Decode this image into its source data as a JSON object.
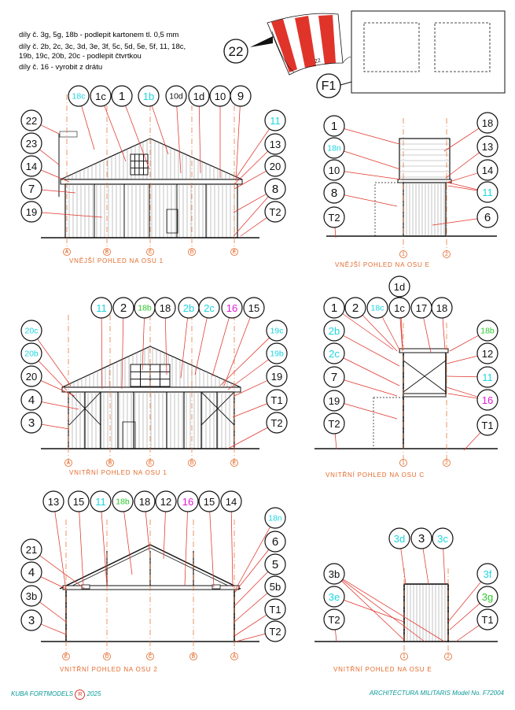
{
  "colors": {
    "black": "#111111",
    "cyan": "#1fd6e0",
    "green": "#2ec82e",
    "magenta": "#e21ad6",
    "red": "#e0342a",
    "orange": "#e36a2b",
    "teal": "#0a9a98",
    "wood": "#9a9a9a"
  },
  "notes": [
    {
      "text": "díly č. 3g, 5g, 18b - podlepit kartonem tl. 0,5 mm",
      "color": "green"
    },
    {
      "text": "díly č. 2b, 2c, 3c, 3d, 3e, 3f, 5c, 5d, 5e, 5f, 11, 18c,",
      "color": "cyan"
    },
    {
      "text": "19b, 19c, 20b, 20c - podlepit čtvrtkou",
      "color": "cyan"
    },
    {
      "text": "díly č. 16 - vyrobit z drátu",
      "color": "magenta"
    }
  ],
  "top_right": {
    "part22": "22",
    "flag_text": "22",
    "f1": "F1"
  },
  "footer": {
    "left_a": "KUBA FORTMODELS",
    "left_mark": "R",
    "left_b": "2025",
    "right": "ARCHITECTURA  MILITARIS Model No. F72004"
  },
  "views": {
    "v1": {
      "caption": "VNĚJŠÍ POHLED NA OSU 1",
      "axes": [
        "A",
        "B",
        "C",
        "D",
        "E"
      ]
    },
    "v2": {
      "caption": "VNĚJŠÍ POHLED NA OSU E",
      "axes": [
        "1",
        "2"
      ]
    },
    "v3": {
      "caption": "VNITŘNÍ POHLED NA OSU 1",
      "axes": [
        "A",
        "B",
        "C",
        "D",
        "E"
      ]
    },
    "v4": {
      "caption": "VNITŘNÍ POHLED NA OSU C",
      "axes": [
        "1",
        "2"
      ]
    },
    "v5": {
      "caption": "VNITŘNÍ POHLED NA OSU 2",
      "axes": [
        "E",
        "D",
        "C",
        "B",
        "A"
      ]
    },
    "v6": {
      "caption": "VNITŘNÍ POHLED NA OSU E",
      "axes": [
        "1",
        "2"
      ]
    }
  },
  "callouts": {
    "v1": [
      {
        "t": "18c",
        "c": "cyan"
      },
      {
        "t": "1c",
        "c": "black"
      },
      {
        "t": "1",
        "c": "black"
      },
      {
        "t": "1b",
        "c": "cyan"
      },
      {
        "t": "10d",
        "c": "black"
      },
      {
        "t": "1d",
        "c": "black"
      },
      {
        "t": "10",
        "c": "black"
      },
      {
        "t": "9",
        "c": "black"
      },
      {
        "t": "22",
        "c": "black"
      },
      {
        "t": "23",
        "c": "black"
      },
      {
        "t": "14",
        "c": "black"
      },
      {
        "t": "7",
        "c": "black"
      },
      {
        "t": "19",
        "c": "black"
      },
      {
        "t": "11",
        "c": "cyan"
      },
      {
        "t": "13",
        "c": "black"
      },
      {
        "t": "20",
        "c": "black"
      },
      {
        "t": "8",
        "c": "black"
      },
      {
        "t": "T2",
        "c": "black"
      }
    ],
    "v2": [
      {
        "t": "1",
        "c": "black"
      },
      {
        "t": "18n",
        "c": "cyan"
      },
      {
        "t": "10",
        "c": "black"
      },
      {
        "t": "8",
        "c": "black"
      },
      {
        "t": "T2",
        "c": "black"
      },
      {
        "t": "18",
        "c": "black"
      },
      {
        "t": "13",
        "c": "black"
      },
      {
        "t": "14",
        "c": "black"
      },
      {
        "t": "11",
        "c": "cyan"
      },
      {
        "t": "6",
        "c": "black"
      }
    ],
    "v3": [
      {
        "t": "11",
        "c": "cyan"
      },
      {
        "t": "2",
        "c": "black"
      },
      {
        "t": "18b",
        "c": "green"
      },
      {
        "t": "18",
        "c": "black"
      },
      {
        "t": "2b",
        "c": "cyan"
      },
      {
        "t": "2c",
        "c": "cyan"
      },
      {
        "t": "16",
        "c": "magenta"
      },
      {
        "t": "15",
        "c": "black"
      },
      {
        "t": "20c",
        "c": "cyan"
      },
      {
        "t": "20b",
        "c": "cyan"
      },
      {
        "t": "20",
        "c": "black"
      },
      {
        "t": "4",
        "c": "black"
      },
      {
        "t": "3",
        "c": "black"
      },
      {
        "t": "19c",
        "c": "cyan"
      },
      {
        "t": "19b",
        "c": "cyan"
      },
      {
        "t": "19",
        "c": "black"
      },
      {
        "t": "T1",
        "c": "black"
      },
      {
        "t": "T2",
        "c": "black"
      }
    ],
    "v4": [
      {
        "t": "1d",
        "c": "black"
      },
      {
        "t": "1",
        "c": "black"
      },
      {
        "t": "2",
        "c": "black"
      },
      {
        "t": "18c",
        "c": "cyan"
      },
      {
        "t": "1c",
        "c": "black"
      },
      {
        "t": "17",
        "c": "black"
      },
      {
        "t": "18",
        "c": "black"
      },
      {
        "t": "2b",
        "c": "cyan"
      },
      {
        "t": "2c",
        "c": "cyan"
      },
      {
        "t": "7",
        "c": "black"
      },
      {
        "t": "19",
        "c": "black"
      },
      {
        "t": "T2",
        "c": "black"
      },
      {
        "t": "18b",
        "c": "green"
      },
      {
        "t": "12",
        "c": "black"
      },
      {
        "t": "11",
        "c": "cyan"
      },
      {
        "t": "16",
        "c": "magenta"
      },
      {
        "t": "T1",
        "c": "black"
      }
    ],
    "v5": [
      {
        "t": "13",
        "c": "black"
      },
      {
        "t": "15",
        "c": "black"
      },
      {
        "t": "11",
        "c": "cyan"
      },
      {
        "t": "18b",
        "c": "green"
      },
      {
        "t": "18",
        "c": "black"
      },
      {
        "t": "12",
        "c": "black"
      },
      {
        "t": "16",
        "c": "magenta"
      },
      {
        "t": "15",
        "c": "black"
      },
      {
        "t": "14",
        "c": "black"
      },
      {
        "t": "21",
        "c": "black"
      },
      {
        "t": "4",
        "c": "black"
      },
      {
        "t": "3b",
        "c": "black"
      },
      {
        "t": "3",
        "c": "black"
      },
      {
        "t": "18n",
        "c": "cyan"
      },
      {
        "t": "6",
        "c": "black"
      },
      {
        "t": "5",
        "c": "black"
      },
      {
        "t": "5b",
        "c": "black"
      },
      {
        "t": "T1",
        "c": "black"
      },
      {
        "t": "T2",
        "c": "black"
      }
    ],
    "v6": [
      {
        "t": "3d",
        "c": "cyan"
      },
      {
        "t": "3",
        "c": "black"
      },
      {
        "t": "3c",
        "c": "cyan"
      },
      {
        "t": "3b",
        "c": "black"
      },
      {
        "t": "3e",
        "c": "cyan"
      },
      {
        "t": "T2",
        "c": "black"
      },
      {
        "t": "3f",
        "c": "cyan"
      },
      {
        "t": "3g",
        "c": "green"
      },
      {
        "t": "T1",
        "c": "black"
      }
    ]
  }
}
